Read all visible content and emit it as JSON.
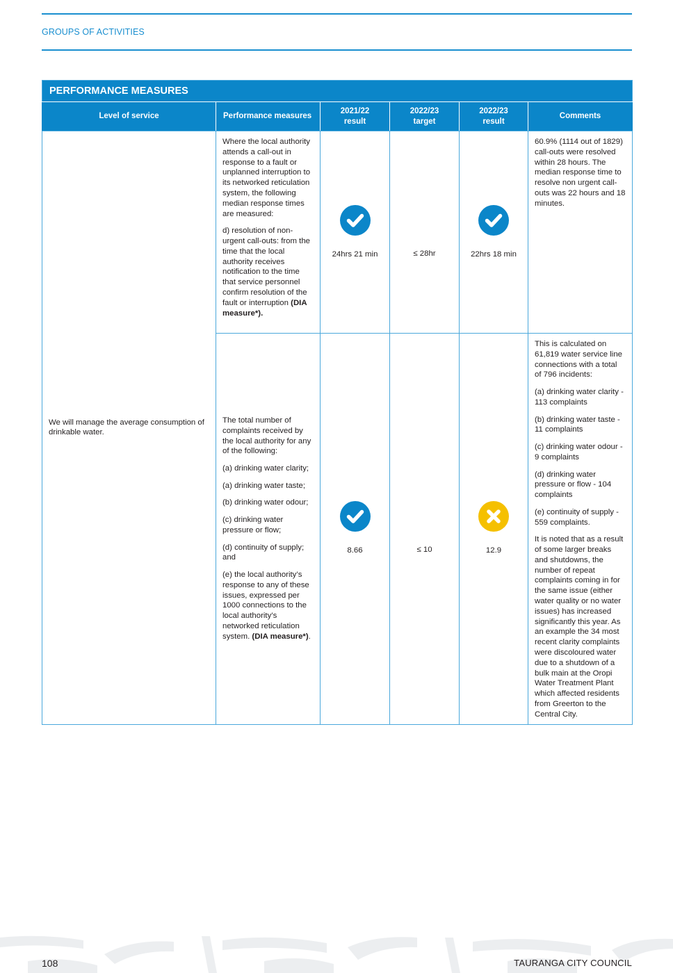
{
  "header": {
    "section": "GROUPS OF ACTIVITIES"
  },
  "table": {
    "title": "PERFORMANCE MEASURES",
    "columns": [
      "Level of service",
      "Performance measures",
      "2021/22 result",
      "2022/23 target",
      "2022/23 result",
      "Comments"
    ],
    "level_of_service": "We will manage the average consumption of drinkable water.",
    "rows": [
      {
        "measure_paragraphs": [
          "Where the local authority attends a call-out in response to a fault or unplanned interruption to its networked reticulation system, the following median response times are measured:",
          "d) resolution of non-urgent call-outs: from the time that the local authority receives notification to the time that service personnel confirm resolution of the fault or interruption"
        ],
        "measure_bold_suffix": "(DIA measure*).",
        "result_2021_22": "24hrs 21 min",
        "result_2021_22_status": "achieved",
        "target_2022_23": "≤ 28hr",
        "result_2022_23": "22hrs 18 min",
        "result_2022_23_status": "achieved",
        "comments": [
          "60.9% (1114 out of 1829) call-outs were resolved within 28 hours. The median response time to resolve non urgent call-outs was 22 hours and 18 minutes."
        ]
      },
      {
        "measure_paragraphs": [
          "The total number of complaints received by the local authority for any of the following:",
          "(a) drinking water clarity;",
          "(a) drinking water taste;",
          "(b) drinking water odour;",
          "(c) drinking water pressure or flow;",
          "(d) continuity of supply; and",
          "(e) the local authority’s response to any of these issues, expressed per 1000 connections to the local authority’s networked reticulation system."
        ],
        "measure_bold_suffix": "(DIA measure*)",
        "measure_tail": ".",
        "result_2021_22": "8.66",
        "result_2021_22_status": "achieved",
        "target_2022_23": "≤ 10",
        "result_2022_23": "12.9",
        "result_2022_23_status": "not-achieved",
        "comments": [
          "This is calculated on 61,819 water service line connections with a total of 796 incidents:",
          "(a) drinking water clarity - 113 complaints",
          "(b) drinking water taste - 11 complaints",
          "(c) drinking water odour - 9 complaints",
          "(d) drinking water pressure or flow - 104 complaints",
          "(e) continuity of supply - 559 complaints.",
          "It is noted that as a result of some larger breaks and shutdowns, the number of repeat complaints coming in for the same issue (either water quality or no water issues) has increased significantly this year. As an example the 34 most recent clarity complaints were discoloured water due to a shutdown of a bulk main at the Oropi Water Treatment Plant which affected residents from Greerton to the Central City."
        ]
      }
    ]
  },
  "status_icons": {
    "achieved": "check-circle-icon",
    "not-achieved": "cross-circle-icon"
  },
  "colors": {
    "brand_blue": "#0b86c9",
    "achieved": "#0b86c9",
    "not_achieved": "#f5c000"
  },
  "footer": {
    "page_number": "108",
    "organisation": "TAURANGA CITY COUNCIL"
  }
}
